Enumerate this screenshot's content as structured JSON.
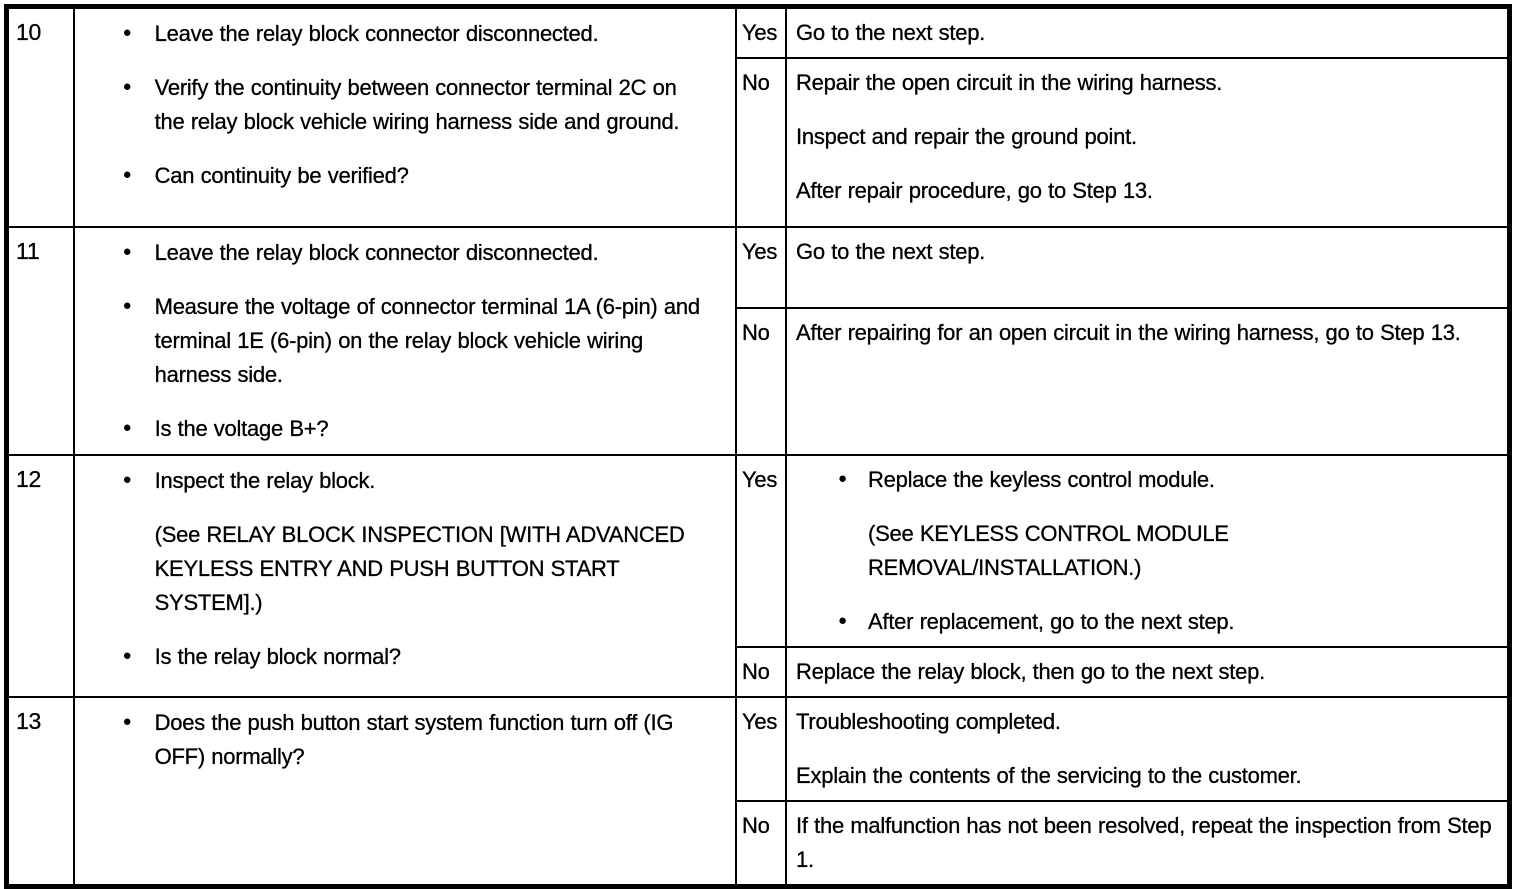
{
  "icons": {
    "bullet": "●"
  },
  "table": {
    "steps": [
      {
        "number": "10",
        "inspection": [
          {
            "type": "bullet",
            "text": "Leave the relay block connector disconnected."
          },
          {
            "type": "bullet",
            "text": "Verify the continuity between connector terminal 2C on the relay block vehicle wiring harness side and ground."
          },
          {
            "type": "bullet",
            "text": "Can continuity be verified?"
          }
        ],
        "results": [
          {
            "label": "Yes",
            "items": [
              {
                "type": "para",
                "text": "Go to the next step."
              }
            ]
          },
          {
            "label": "No",
            "items": [
              {
                "type": "para",
                "text": "Repair the open circuit in the wiring harness."
              },
              {
                "type": "para",
                "text": "Inspect and repair the ground point."
              },
              {
                "type": "para",
                "text": "After repair procedure, go to Step 13."
              }
            ]
          }
        ]
      },
      {
        "number": "11",
        "inspection": [
          {
            "type": "bullet",
            "text": "Leave the relay block connector disconnected."
          },
          {
            "type": "bullet",
            "text": "Measure the voltage of connector terminal 1A (6-pin) and terminal 1E (6-pin) on the relay block vehicle wiring harness side."
          },
          {
            "type": "bullet",
            "text": "Is the voltage B+?"
          }
        ],
        "results": [
          {
            "label": "Yes",
            "items": [
              {
                "type": "para",
                "text": "Go to the next step."
              }
            ]
          },
          {
            "label": "No",
            "items": [
              {
                "type": "para",
                "text": "After repairing for an open circuit in the wiring harness, go to Step 13."
              }
            ]
          }
        ]
      },
      {
        "number": "12",
        "inspection": [
          {
            "type": "bullet",
            "text": "Inspect the relay block."
          },
          {
            "type": "indent",
            "text": "(See RELAY BLOCK INSPECTION [WITH ADVANCED KEYLESS ENTRY AND PUSH BUTTON START SYSTEM].)"
          },
          {
            "type": "bullet",
            "text": "Is the relay block normal?"
          }
        ],
        "results": [
          {
            "label": "Yes",
            "items": [
              {
                "type": "bullet",
                "text": "Replace the keyless control module."
              },
              {
                "type": "indent",
                "text": "(See KEYLESS CONTROL MODULE REMOVAL/INSTALLATION.)"
              },
              {
                "type": "bullet",
                "text": "After replacement, go to the next step."
              }
            ]
          },
          {
            "label": "No",
            "items": [
              {
                "type": "para",
                "text": "Replace the relay block, then go to the next step."
              }
            ]
          }
        ]
      },
      {
        "number": "13",
        "inspection": [
          {
            "type": "bullet",
            "text": "Does the push button start system function turn off (IG OFF) normally?"
          }
        ],
        "results": [
          {
            "label": "Yes",
            "items": [
              {
                "type": "para",
                "text": "Troubleshooting completed."
              },
              {
                "type": "para",
                "text": "Explain the contents of the servicing to the customer."
              }
            ]
          },
          {
            "label": "No",
            "items": [
              {
                "type": "para",
                "text": "If the malfunction has not been resolved, repeat the inspection from Step 1."
              }
            ]
          }
        ]
      }
    ]
  }
}
